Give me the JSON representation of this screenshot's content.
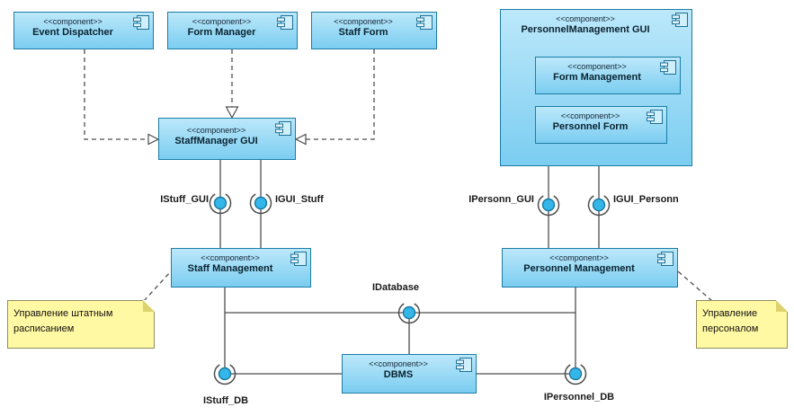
{
  "diagram": {
    "stereotype": "<<component>>",
    "colors": {
      "component_fill_top": "#BCE8FA",
      "component_fill_bottom": "#7BCDF1",
      "component_border": "#1C7DA6",
      "note_fill": "#FFF9A3",
      "line_color": "#4D4D4D",
      "ball_fill": "#35B6E9"
    },
    "components": {
      "event_dispatcher": {
        "name": "Event Dispatcher"
      },
      "form_manager": {
        "name": "Form Manager"
      },
      "staff_form": {
        "name": "Staff Form"
      },
      "personnel_management_gui": {
        "name": "PersonnelManagement GUI"
      },
      "form_management": {
        "name": "Form Management"
      },
      "personnel_form": {
        "name": "Personnel Form"
      },
      "staffmanager_gui": {
        "name": "StaffManager GUI"
      },
      "staff_management": {
        "name": "Staff Management"
      },
      "personnel_management": {
        "name": "Personnel Management"
      },
      "dbms": {
        "name": "DBMS"
      }
    },
    "interfaces": {
      "istuff_gui": "IStuff_GUI",
      "igui_stuff": "IGUI_Stuff",
      "ipersonn_gui": "IPersonn_GUI",
      "igui_personn": "IGUI_Personn",
      "idatabase": "IDatabase",
      "istuff_db": "IStuff_DB",
      "ipersonnel_db": "IPersonnel_DB"
    },
    "notes": {
      "staff": "Управление штатным\nрасписанием",
      "personnel": "Управление\nперсоналом"
    }
  }
}
